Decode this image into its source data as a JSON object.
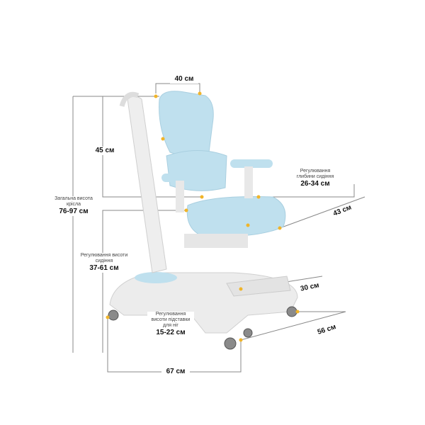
{
  "dimensions": {
    "total_height": {
      "caption": "Загальна висота крісла",
      "value": "76-97 см"
    },
    "seat_height": {
      "caption": "Регулювання висоти сидіння",
      "value": "37-61 см"
    },
    "seat_depth": {
      "caption": "Регулювання глибини сидіння",
      "value": "26-34 см"
    },
    "footrest_height": {
      "caption": "Регулювання висоти підставки для ніг",
      "value": "15-22 см"
    },
    "back_width": "40 см",
    "back_height": "45 см",
    "seat_width": "43 см",
    "footrest_depth": "30 см",
    "base_depth": "56 см",
    "base_width": "67 см"
  },
  "colors": {
    "upholstery": "#bfe0ee",
    "frame": "#ececec",
    "marker": "#f0b429",
    "line": "#777777"
  }
}
